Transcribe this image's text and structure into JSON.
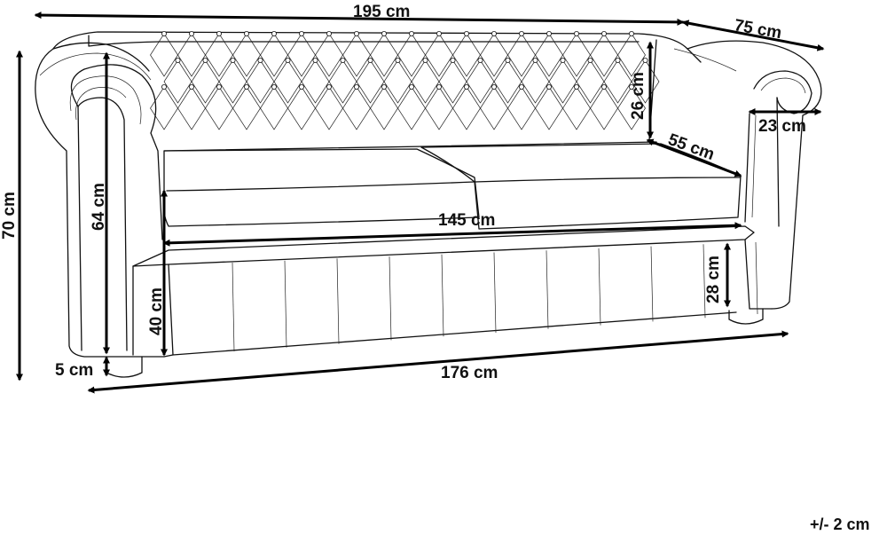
{
  "diagram": {
    "dimensions": {
      "total_width": "195 cm",
      "depth": "75 cm",
      "back_height": "26 cm",
      "armrest_width": "23 cm",
      "seat_depth": "55 cm",
      "seat_width": "145 cm",
      "arm_height": "64 cm",
      "total_height": "70 cm",
      "seat_height": "40 cm",
      "base_height": "28 cm",
      "leg_height": "5 cm",
      "front_width": "176 cm"
    },
    "tolerance": "+/- 2 cm"
  }
}
